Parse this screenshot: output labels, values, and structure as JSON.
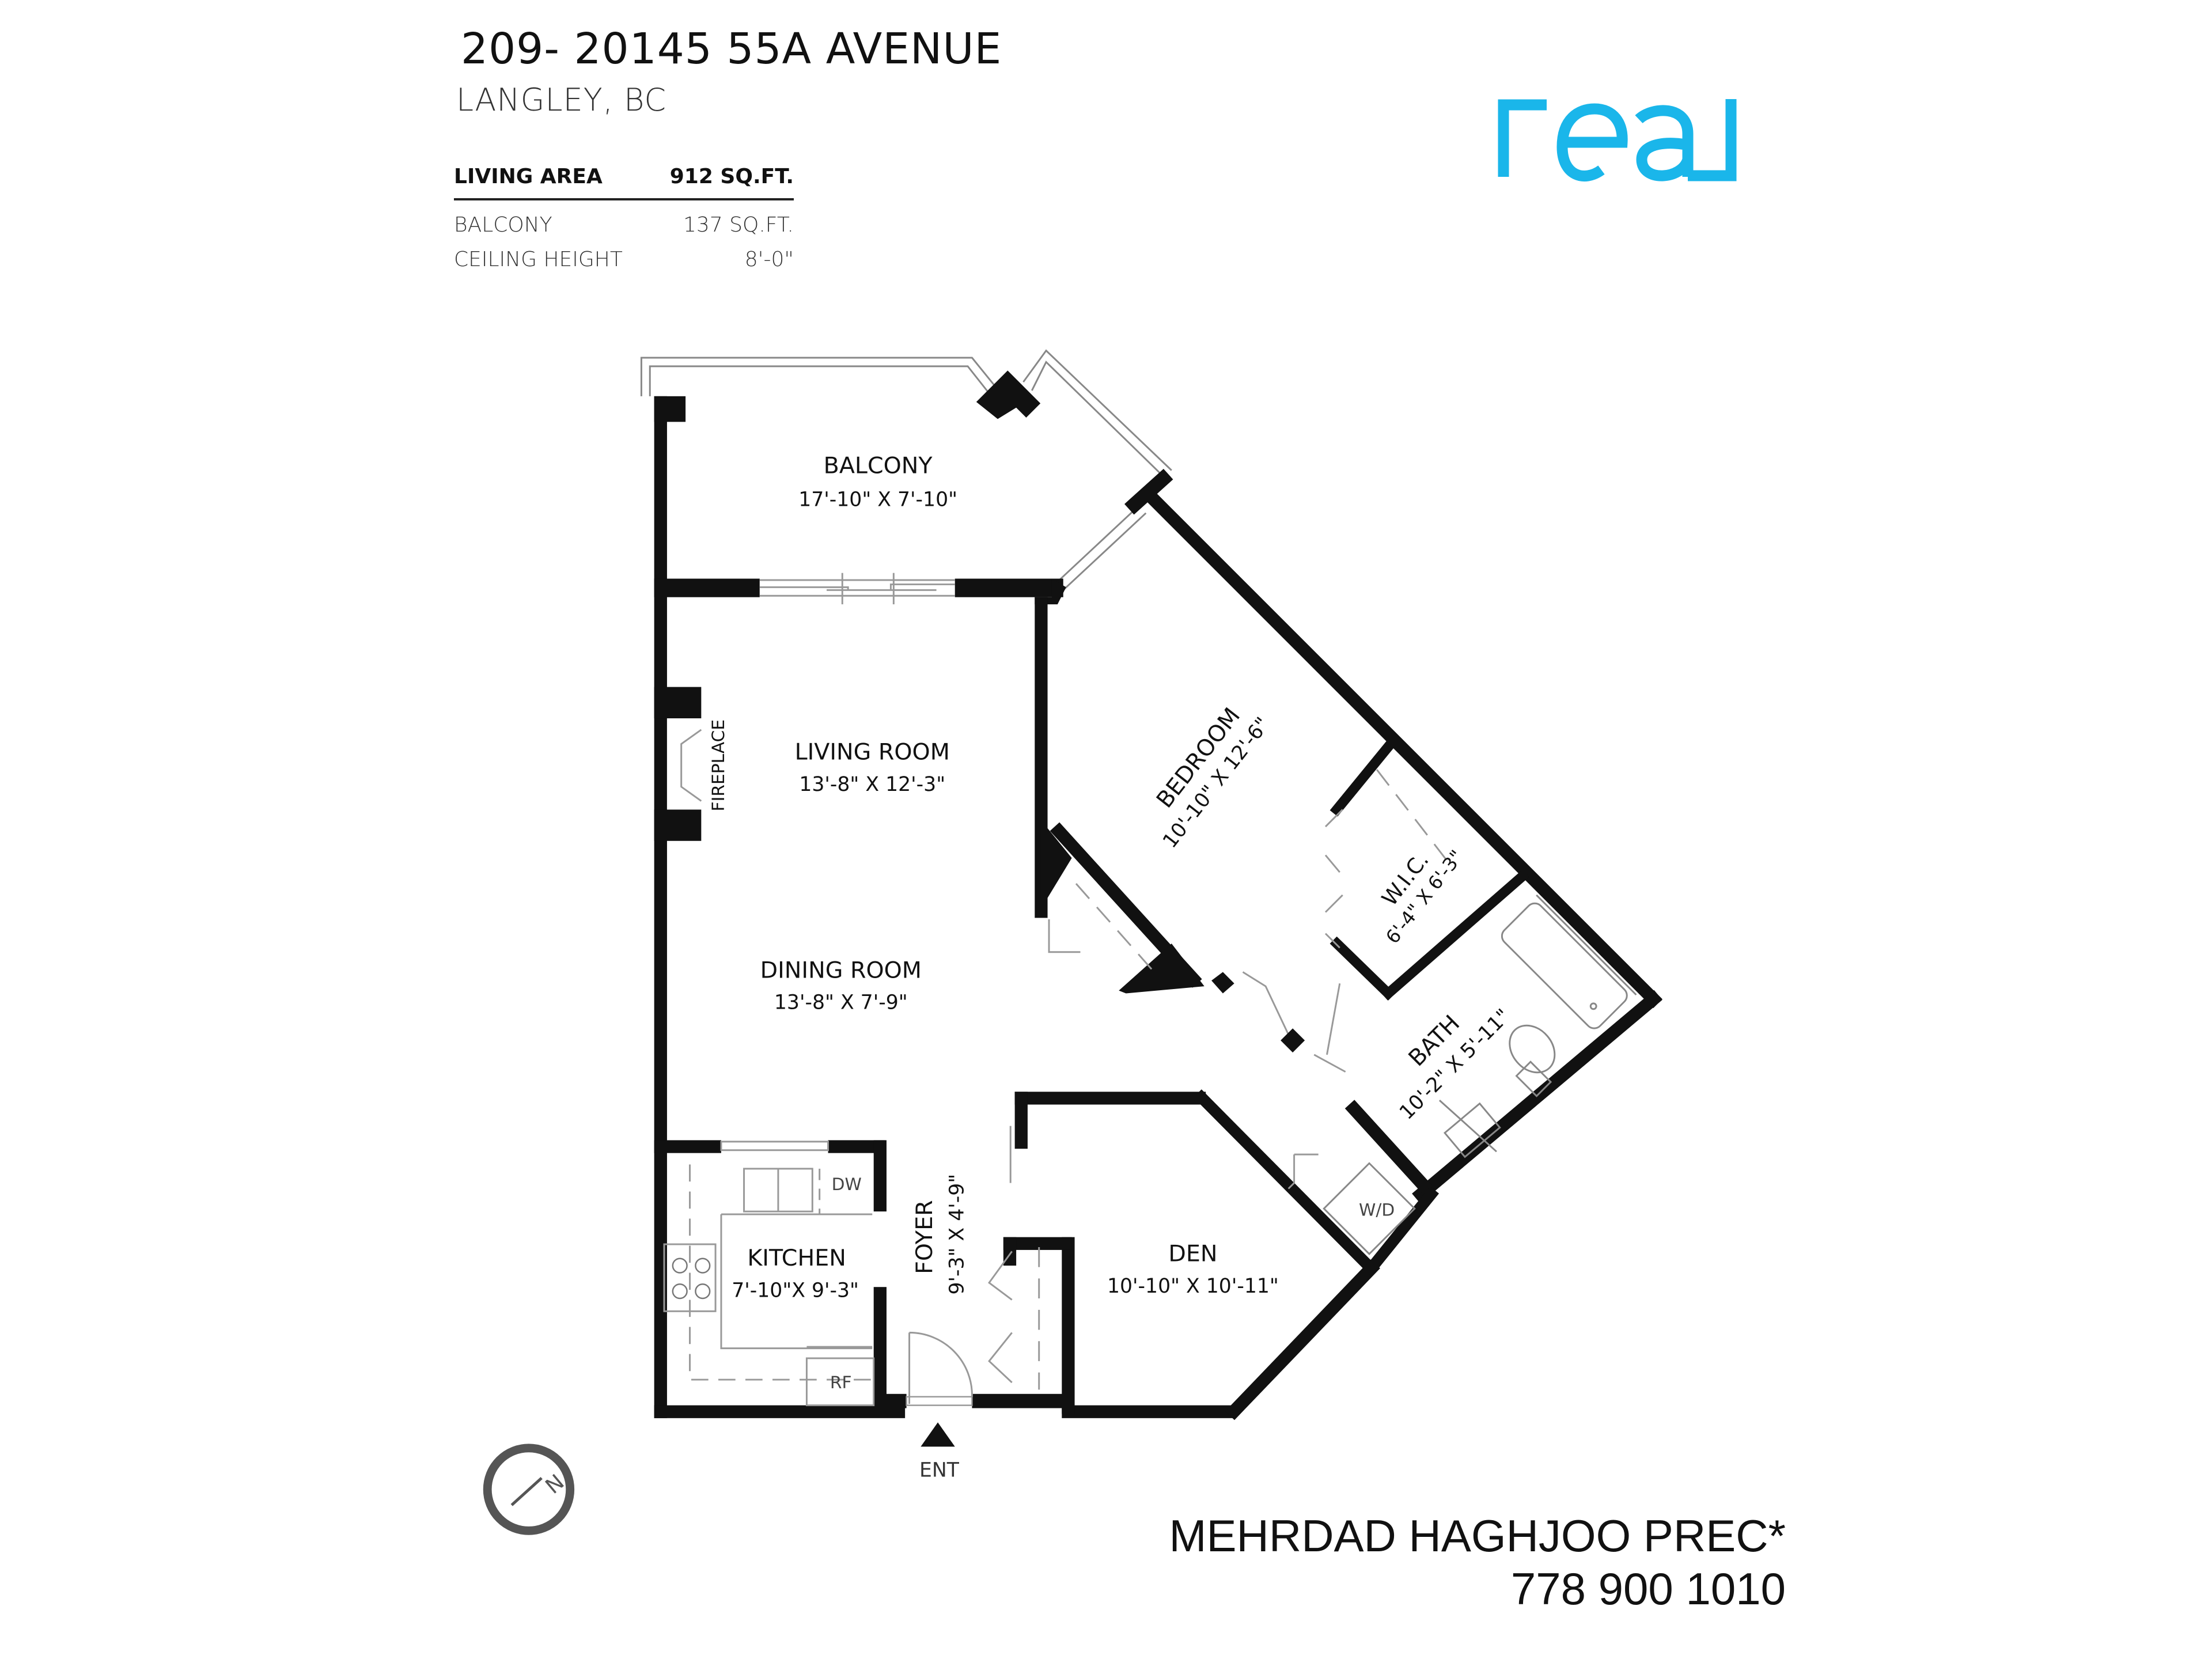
{
  "header": {
    "address": "209- 20145 55A AVENUE",
    "city": "LANGLEY, BC"
  },
  "stats": {
    "living_area": {
      "label": "LIVING AREA",
      "value": "912 SQ.FT."
    },
    "balcony": {
      "label": "BALCONY",
      "value": "137 SQ.FT."
    },
    "ceiling_height": {
      "label": "CEILING HEIGHT",
      "value": "8'-0\""
    }
  },
  "brand": {
    "logo_text": "real",
    "color": "#1ab6ea"
  },
  "rooms": {
    "balcony": {
      "name": "BALCONY",
      "dims": "17'-10\"  X   7'-10\""
    },
    "living_room": {
      "name": "LIVING ROOM",
      "dims": "13'-8\"  X   12'-3\""
    },
    "fireplace": {
      "name": "FIREPLACE"
    },
    "dining_room": {
      "name": "DINING ROOM",
      "dims": "13'-8\"  X   7'-9\""
    },
    "bedroom": {
      "name": "BEDROOM",
      "dims": "10'-10\" X  12'-6\""
    },
    "wic": {
      "name": "W.I.C.",
      "dims": "6'-4\" X 6'-3\""
    },
    "bath": {
      "name": "BATH",
      "dims": "10'-2\"  X  5'-11\""
    },
    "kitchen": {
      "name": "KITCHEN",
      "dims": "7'-10\"X  9'-3\""
    },
    "foyer": {
      "name": "FOYER",
      "dims": "9'-3\"  X  4'-9\""
    },
    "den": {
      "name": "DEN",
      "dims": "10'-10\" X  10'-11\""
    }
  },
  "appliances": {
    "dishwasher": "DW",
    "refrigerator": "RF",
    "washer_dryer": "W/D"
  },
  "entrance": {
    "label": "ENT"
  },
  "compass": {
    "label": "N"
  },
  "agent": {
    "name": "MEHRDAD HAGHJOO PREC*",
    "phone": "778 900 1010"
  }
}
